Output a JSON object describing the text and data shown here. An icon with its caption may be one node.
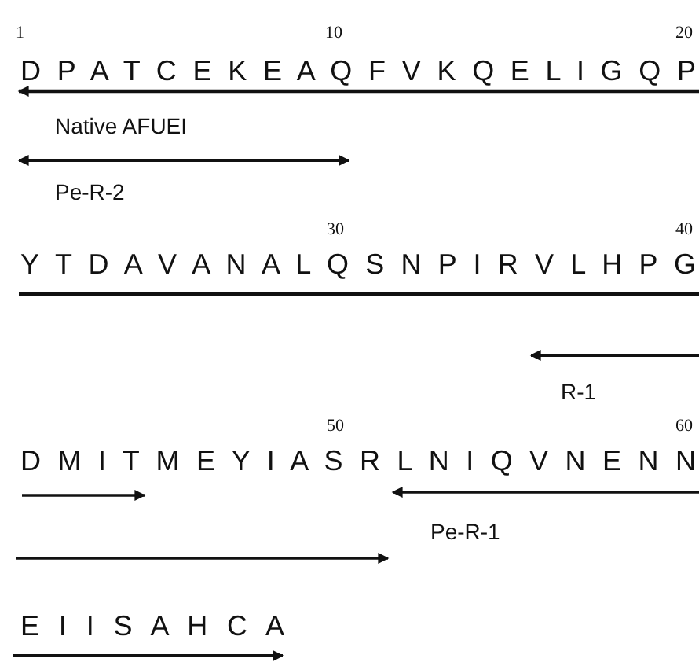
{
  "diagram": {
    "labels": [
      "1",
      "10",
      "20",
      "D P A T C E K E A Q F V K Q E L I G Q P",
      "Native AFUEI",
      "Pe-R-2",
      "30",
      "40",
      "Y T D A V A N A L Q S N P I R V L H P G",
      "R-1",
      "50",
      "60",
      "D M I T M E Y I A S R L N I Q V N E N N",
      "Pe-R-1",
      "E I I S A H C A"
    ]
  }
}
